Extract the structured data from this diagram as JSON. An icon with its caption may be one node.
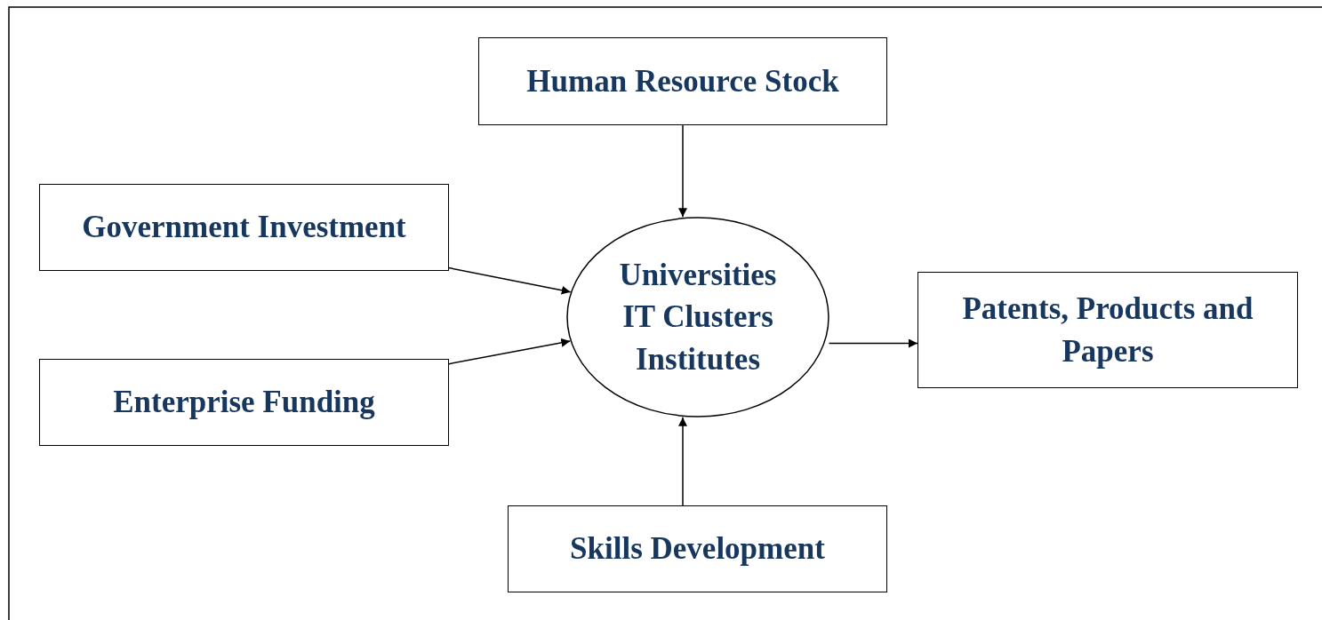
{
  "diagram": {
    "nodes": [
      {
        "text": [
          "Human Resource Stock"
        ]
      },
      {
        "text": [
          "Government Investment"
        ]
      },
      {
        "text": [
          "Universities IT Clusters Institutes"
        ]
      },
      {
        "text": [
          "Patents, Products and Papers"
        ]
      },
      {
        "text": [
          "Enterprise Funding"
        ]
      },
      {
        "text": [
          "Skills Development"
        ]
      }
    ],
    "edges": [
      {
        "from": 0,
        "to": 2,
        "arrow": "to"
      },
      {
        "from": 1,
        "to": 2,
        "arrow": "to"
      },
      {
        "from": 4,
        "to": 2,
        "arrow": "to"
      },
      {
        "from": 2,
        "to": 3,
        "arrow": "to"
      },
      {
        "from": 5,
        "to": 2,
        "arrow": "to"
      }
    ]
  }
}
